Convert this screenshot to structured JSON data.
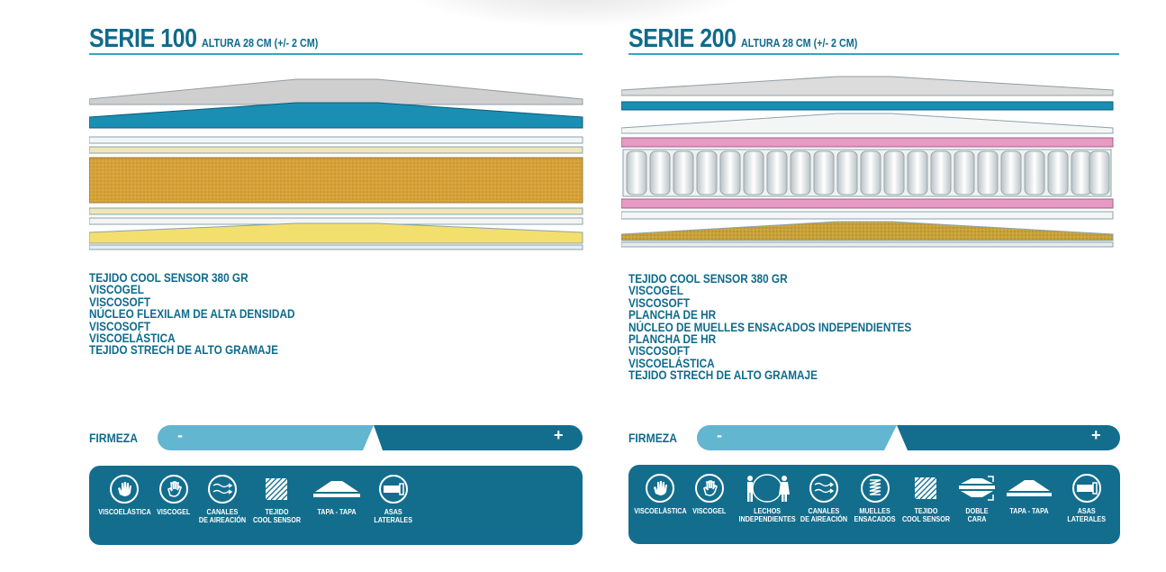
{
  "panels": [
    {
      "serie": "SERIE 100",
      "altura": "ALTURA 28 CM (+/- 2 CM)",
      "layers": [
        "TEJIDO COOL SENSOR 380 GR",
        "VISCOGEL",
        "VISCOSOFT",
        "NÚCLEO FLEXILAM DE ALTA DENSIDAD",
        "VISCOSOFT",
        "VISCOELÁSTICA",
        "TEJIDO STRECH DE ALTO GRAMAJE"
      ],
      "firmeza_label": "FIRMEZA",
      "firmeza_minus": "-",
      "firmeza_plus": "+",
      "features": [
        {
          "icon": "hand-icon",
          "label": "VISCOELÁSTICA"
        },
        {
          "icon": "hand-print-icon",
          "label": "VISCOGEL"
        },
        {
          "icon": "airflow-arrows-icon",
          "label": "CANALES\nDE AIREACIÓN"
        },
        {
          "icon": "fabric-texture-icon",
          "label": "TEJIDO\nCOOL SENSOR"
        },
        {
          "icon": "mattress-cover-icon",
          "label": "TAPA - TAPA"
        },
        {
          "icon": "side-handle-icon",
          "label": "ASAS\nLATERALES"
        }
      ]
    },
    {
      "serie": "SERIE 200",
      "altura": "ALTURA 28 CM (+/- 2 CM)",
      "layers": [
        "TEJIDO COOL SENSOR 380 GR",
        "VISCOGEL",
        "VISCOSOFT",
        "PLANCHA DE HR",
        "NÚCLEO DE MUELLES ENSACADOS INDEPENDIENTES",
        "PLANCHA DE HR",
        "VISCOSOFT",
        "VISCOELÁSTICA",
        "TEJIDO STRECH DE ALTO GRAMAJE"
      ],
      "firmeza_label": "FIRMEZA",
      "firmeza_minus": "-",
      "firmeza_plus": "+",
      "features": [
        {
          "icon": "hand-icon",
          "label": "VISCOELÁSTICA"
        },
        {
          "icon": "hand-print-icon",
          "label": "VISCOGEL"
        },
        {
          "icon": "people-icon",
          "label": "LECHOS\nINDEPENDIENTES"
        },
        {
          "icon": "airflow-arrows-icon",
          "label": "CANALES\nDE AIREACIÓN"
        },
        {
          "icon": "spring-icon",
          "label": "MUELLES\nENSACADOS"
        },
        {
          "icon": "fabric-texture-icon",
          "label": "TEJIDO\nCOOL SENSOR"
        },
        {
          "icon": "double-sided-icon",
          "label": "DOBLE\nCARA"
        },
        {
          "icon": "mattress-cover-icon",
          "label": "TAPA - TAPA"
        },
        {
          "icon": "side-handle-icon",
          "label": "ASAS\nLATERALES"
        }
      ]
    }
  ],
  "colors": {
    "brand": "#0e6b8c",
    "firmness_light": "#62b6cf",
    "firmness_dark": "#136e8e",
    "feature_bg": "#136e8e"
  }
}
